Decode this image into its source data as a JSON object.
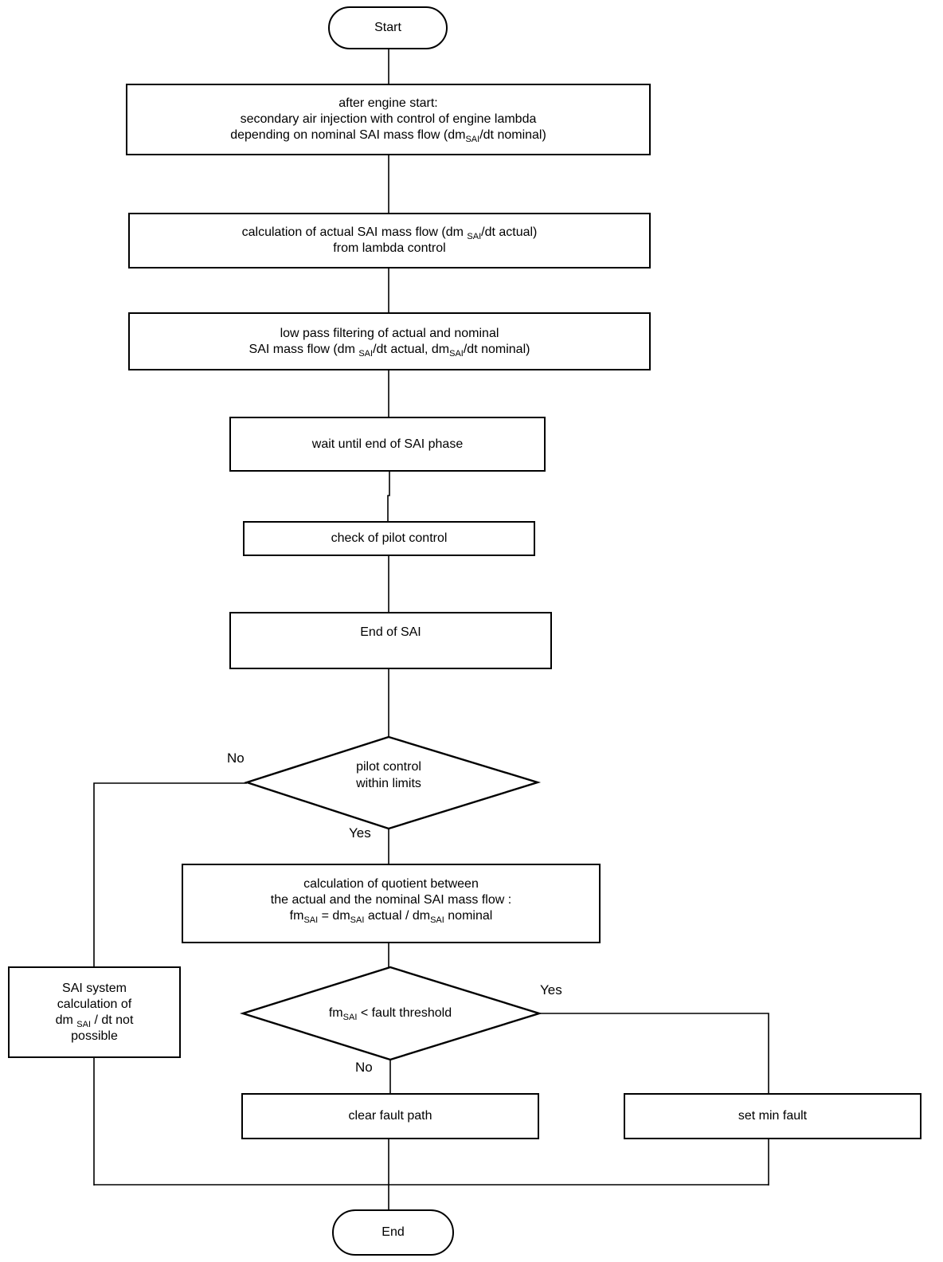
{
  "colors": {
    "line": "#000000",
    "background": "#ffffff",
    "node_fill": "#ffffff"
  },
  "flow": {
    "start": {
      "label": "Start"
    },
    "box_after_start": {
      "lines": [
        "after engine start:",
        "secondary air injection with control of engine lambda",
        "depending on nominal SAI mass flow (dm~SAI~/dt nominal)"
      ]
    },
    "box_calc_actual": {
      "lines": [
        "calculation of actual SAI mass flow (dm ~SAI~/dt actual)",
        "from lambda control"
      ]
    },
    "box_lowpass": {
      "lines": [
        "low pass filtering of actual and nominal",
        "SAI mass flow (dm ~SAI~/dt actual, dm~SAI~/dt nominal)"
      ]
    },
    "box_wait": {
      "lines": [
        "wait until end of SAI phase"
      ]
    },
    "box_check_pilot": {
      "lines": [
        "check of pilot control"
      ]
    },
    "box_end_sai": {
      "lines": [
        "End of SAI"
      ]
    },
    "decision_pilot": {
      "lines": [
        "pilot control",
        "within limits"
      ],
      "no_label": "No",
      "yes_label": "Yes"
    },
    "box_quotient": {
      "lines": [
        "calculation of quotient between",
        "the actual and the nominal SAI mass flow :",
        "fm~SAI~ = dm~SAI~ actual / dm~SAI~ nominal"
      ]
    },
    "decision_threshold": {
      "label": "fm~SAI~ < fault threshold",
      "yes_label": "Yes",
      "no_label": "No"
    },
    "box_not_possible": {
      "lines": [
        "SAI system",
        "calculation of",
        "dm ~SAI~ / dt not",
        "possible"
      ]
    },
    "box_clear_fault": {
      "lines": [
        "clear fault path"
      ]
    },
    "box_set_min_fault": {
      "lines": [
        "set min fault"
      ]
    },
    "end": {
      "label": "End"
    }
  }
}
